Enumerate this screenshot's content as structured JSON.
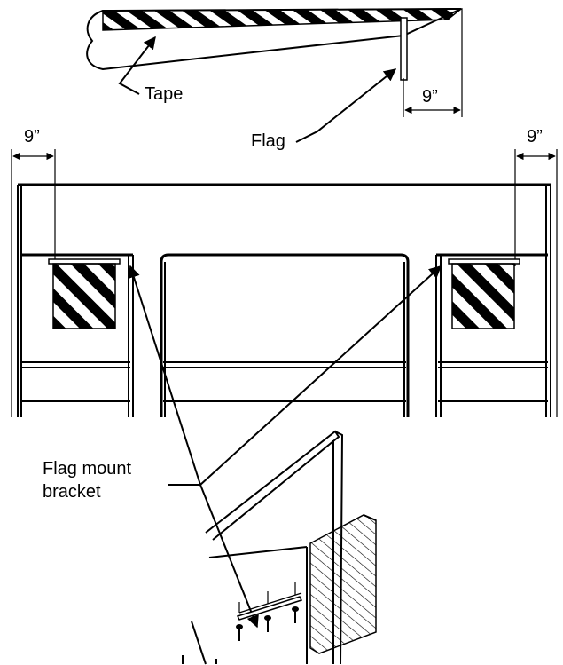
{
  "labels": {
    "tape": "Tape",
    "flag": "Flag",
    "dim_top": "9”",
    "dim_left": "9”",
    "dim_right": "9”",
    "bracket_line1": "Flag mount",
    "bracket_line2": "bracket"
  },
  "colors": {
    "ink": "#000000",
    "paper": "#ffffff"
  }
}
